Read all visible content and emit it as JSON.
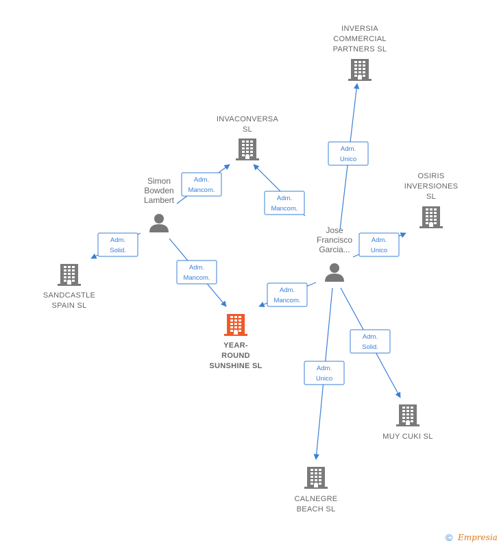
{
  "companies": [
    {
      "id": "inversia",
      "label": [
        "INVERSIA",
        "COMMERCIAL",
        "PARTNERS  SL"
      ],
      "focus": false
    },
    {
      "id": "invaconversa",
      "label": [
        "INVACONVERSA",
        "SL"
      ],
      "focus": false
    },
    {
      "id": "osiris",
      "label": [
        "OSIRIS",
        "INVERSIONES",
        "SL"
      ],
      "focus": false
    },
    {
      "id": "sandcastle",
      "label": [
        "SANDCASTLE",
        "SPAIN  SL"
      ],
      "focus": false
    },
    {
      "id": "yearround",
      "label": [
        "YEAR-",
        "ROUND",
        "SUNSHINE  SL"
      ],
      "focus": true
    },
    {
      "id": "muycuki",
      "label": [
        "MUY CUKI  SL"
      ],
      "focus": false
    },
    {
      "id": "calnegre",
      "label": [
        "CALNEGRE",
        "BEACH  SL"
      ],
      "focus": false
    }
  ],
  "persons": [
    {
      "id": "simon",
      "label": [
        "Simon",
        "Bowden",
        "Lambert"
      ]
    },
    {
      "id": "jose",
      "label": [
        "Jose",
        "Francisco",
        "Garcia..."
      ]
    }
  ],
  "edges": [
    {
      "from": "simon",
      "to": "invaconversa",
      "label": [
        "Adm.",
        "Mancom."
      ]
    },
    {
      "from": "simon",
      "to": "sandcastle",
      "label": [
        "Adm.",
        "Solid."
      ]
    },
    {
      "from": "simon",
      "to": "yearround",
      "label": [
        "Adm.",
        "Mancom."
      ]
    },
    {
      "from": "jose",
      "to": "invaconversa",
      "label": [
        "Adm.",
        "Mancom."
      ]
    },
    {
      "from": "jose",
      "to": "inversia",
      "label": [
        "Adm.",
        "Unico"
      ]
    },
    {
      "from": "jose",
      "to": "osiris",
      "label": [
        "Adm.",
        "Unico"
      ]
    },
    {
      "from": "jose",
      "to": "yearround",
      "label": [
        "Adm.",
        "Mancom."
      ]
    },
    {
      "from": "jose",
      "to": "muycuki",
      "label": [
        "Adm.",
        "Solid."
      ]
    },
    {
      "from": "jose",
      "to": "calnegre",
      "label": [
        "Adm.",
        "Unico"
      ]
    }
  ],
  "colors": {
    "edge": "#3a7fd5",
    "building": "#7a7a7a",
    "focus_building": "#f05a28",
    "person": "#777777"
  },
  "footer": {
    "copyright": "©",
    "brand": "Empresia"
  }
}
